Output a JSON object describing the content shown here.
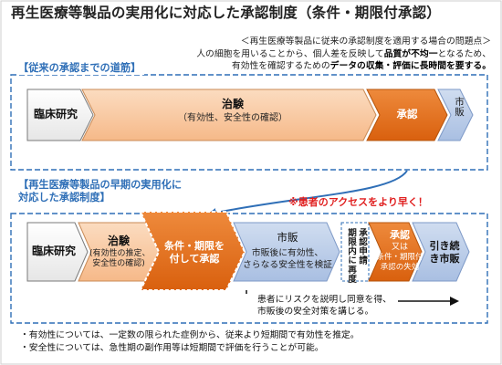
{
  "title": "再生医療等製品の実用化に対応した承認制度（条件・期限付承認）",
  "problem_note": {
    "heading": "＜再生医療等製品に従来の承認制度を適用する場合の問題点＞",
    "line1_pre": "人の細胞を用いることから、個人差を反映して",
    "line1_bold": "品質が不均一",
    "line1_post": "となるため、",
    "line2_pre": "有効性を確認するための",
    "line2_bold": "データの収集・評価に長時間を要する。"
  },
  "conventional": {
    "label": "【従来の承認までの道筋】",
    "clinical": "臨床研究",
    "trial": "治験",
    "trial_sub": "（有効性、安全性の確認）",
    "approval": "承認",
    "market": "市販"
  },
  "early": {
    "label_line1": "【再生医療等製品の早期の実用化に",
    "label_line2": "対応した承認制度】",
    "patient_access": "※患者のアクセスをより早く！",
    "clinical": "臨床研究",
    "trial": "治験",
    "trial_sub1": "(有効性の推定、",
    "trial_sub2": "安全性の確認)",
    "conditional_1": "条件・期限を",
    "conditional_2": "付して承認",
    "market": "市販",
    "market_sub1": "市販後に有効性、",
    "market_sub2": "さらなる安全性を検証",
    "reapply_col1": "承認申請",
    "reapply_col2": "期限内に再度",
    "approval": "承認",
    "approval_or": "又は",
    "approval_sub1": "条件・期限付",
    "approval_sub2": "承認の失効",
    "continued_1": "引き続",
    "continued_2": "き市販",
    "risk_note1": "患者にリスクを説明し同意を得、",
    "risk_note2": "市販後の安全対策を講じる。"
  },
  "bullets": [
    "・有効性については、一定数の限られた症例から、従来より短期間で有効性を推定。",
    "・安全性については、急性期の副作用等は短期間で評価を行うことが可能。"
  ],
  "colors": {
    "orange": "#e26a12",
    "peach": "#f7c49a",
    "steel_blue": "#b4c8e6",
    "accent_blue": "#2f6fb7",
    "red": "#e02020"
  }
}
